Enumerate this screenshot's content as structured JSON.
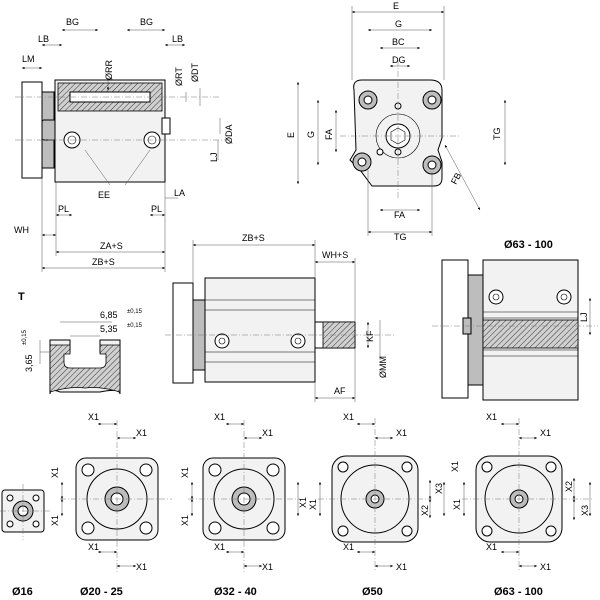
{
  "side_view": {
    "labels": {
      "bg_left": "BG",
      "bg_right": "BG",
      "lb_left": "LB",
      "lb_right": "LB",
      "lm": "LM",
      "rr": "ØRR",
      "rt": "ØRT",
      "dt": "ØDT",
      "da": "ØDA",
      "lj": "LJ",
      "ee": "EE",
      "la": "LA",
      "pl_left": "PL",
      "pl_right": "PL",
      "wh": "WH",
      "za_s": "ZA+S",
      "zb_s": "ZB+S"
    }
  },
  "front_view": {
    "labels": {
      "e_top": "E",
      "g_top": "G",
      "bc": "BC",
      "dg": "DG",
      "e_left": "E",
      "g_left": "G",
      "fa_left": "FA",
      "tg_right": "TG",
      "fb": "FB",
      "fa_bottom": "FA",
      "tg_bottom": "TG"
    }
  },
  "t_slot": {
    "title": "T",
    "dim_top": "6,85",
    "dim_top_tol": "±0,15",
    "dim_mid": "5,35",
    "dim_mid_tol": "±0,15",
    "dim_left": "3,65",
    "dim_left_tol": "±0,15"
  },
  "long_view": {
    "labels": {
      "zb_s": "ZB+S",
      "wh_s": "WH+S",
      "kf": "KF",
      "mm": "ØMM",
      "af": "AF"
    }
  },
  "large_view": {
    "title": "Ø63 - 100",
    "labels": {
      "lj": "LJ"
    }
  },
  "end_views": {
    "x1": "X1",
    "x2": "X2",
    "x3": "X3",
    "sizes": [
      "Ø16",
      "Ø20 - 25",
      "Ø32 - 40",
      "Ø50",
      "Ø63 - 100"
    ]
  }
}
